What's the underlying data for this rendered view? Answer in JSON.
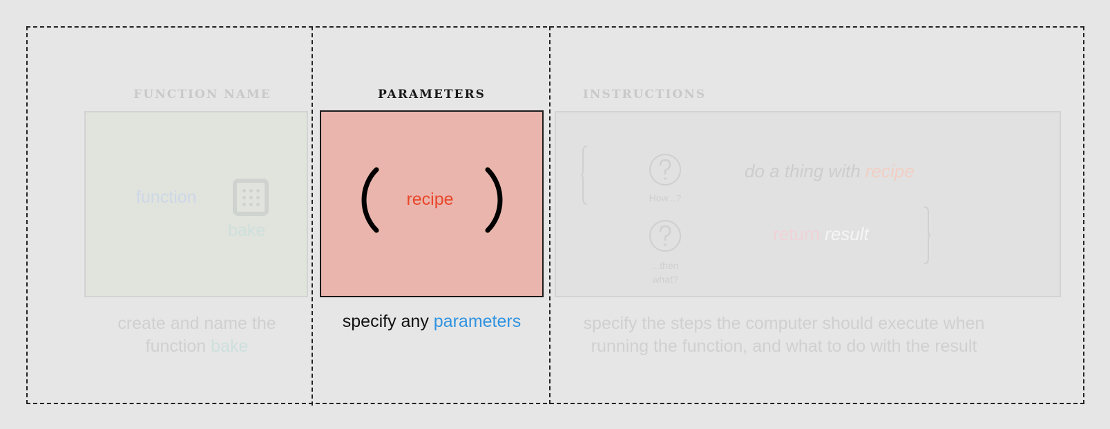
{
  "sections": [
    {
      "heading": "FUNCTION NAME",
      "keyword": "function",
      "name": "bake",
      "icon": "oven-icon",
      "description_prefix": "create and name the function ",
      "description_highlight": "bake"
    },
    {
      "heading": "PARAMETERS",
      "parameter": "recipe",
      "description_prefix": "specify any ",
      "description_highlight": "parameters"
    },
    {
      "heading": "INSTRUCTIONS",
      "step1_prefix": "do a thing with ",
      "step1_highlight": "recipe",
      "step1_caption": "How...?",
      "step2_keyword": "return ",
      "step2_value": "result",
      "step2_caption_line1": "...then",
      "step2_caption_line2": "what?",
      "description": "specify the steps the computer should execute when running the function, and what to do with the result"
    }
  ],
  "colors": {
    "background": "#e6e6e6",
    "parameters_fill": "#eab5ad",
    "parameter_text": "#e8472a",
    "highlight_blue": "#2f93e0"
  }
}
